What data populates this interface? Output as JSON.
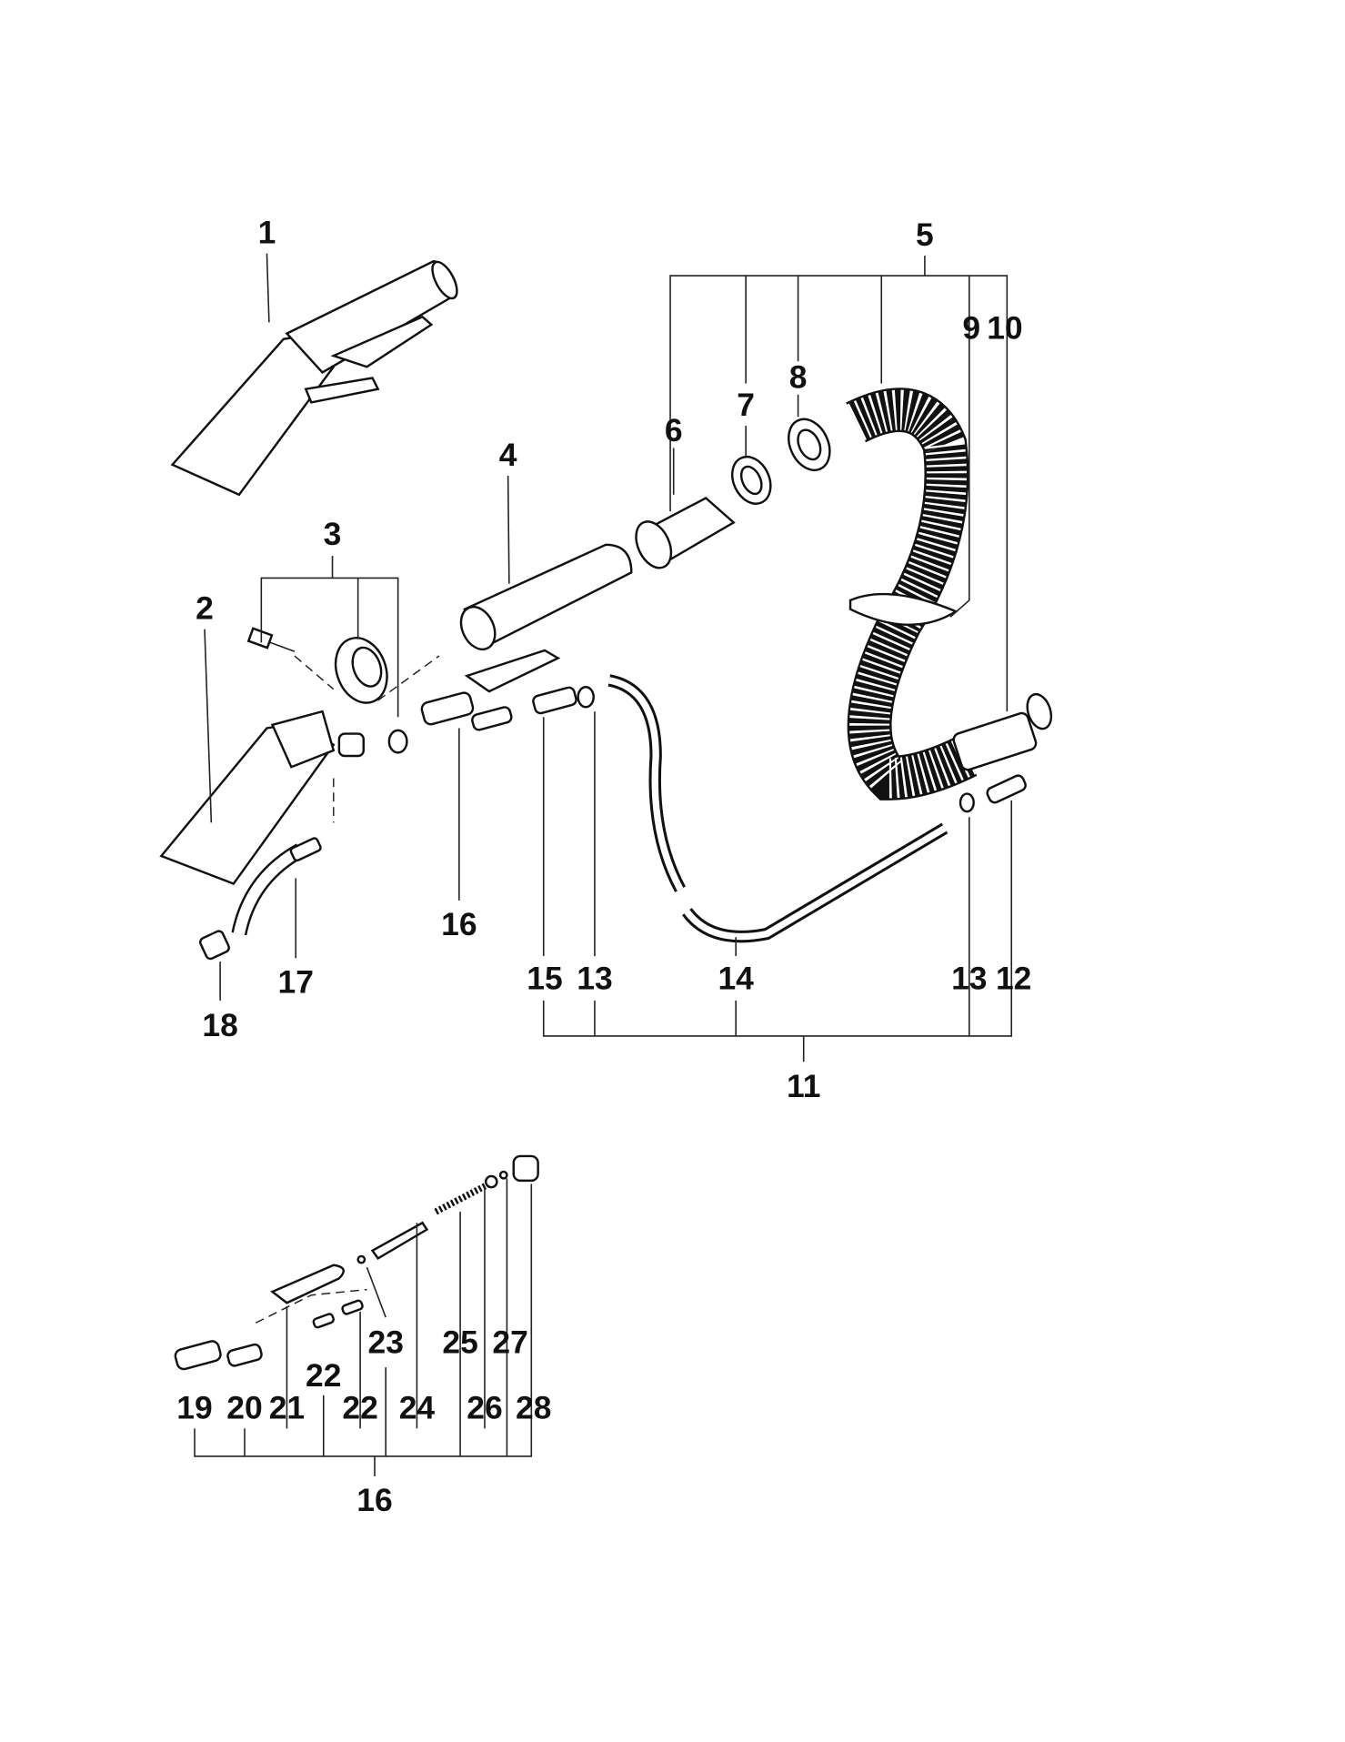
{
  "title": "Exploded parts diagram - hand tool and hose assembly",
  "callouts": {
    "p1": "1",
    "p2": "2",
    "p3": "3",
    "p4": "4",
    "p5": "5",
    "p6": "6",
    "p7": "7",
    "p8": "8",
    "p9": "9",
    "p10": "10",
    "p11": "11",
    "p12": "12",
    "p13a": "13",
    "p13b": "13",
    "p14": "14",
    "p15": "15",
    "p16a": "16",
    "p17": "17",
    "p18": "18",
    "p19": "19",
    "p20": "20",
    "p21": "21",
    "p22a": "22",
    "p22b": "22",
    "p23": "23",
    "p24": "24",
    "p25": "25",
    "p26": "26",
    "p27": "27",
    "p28": "28",
    "p16b": "16"
  }
}
